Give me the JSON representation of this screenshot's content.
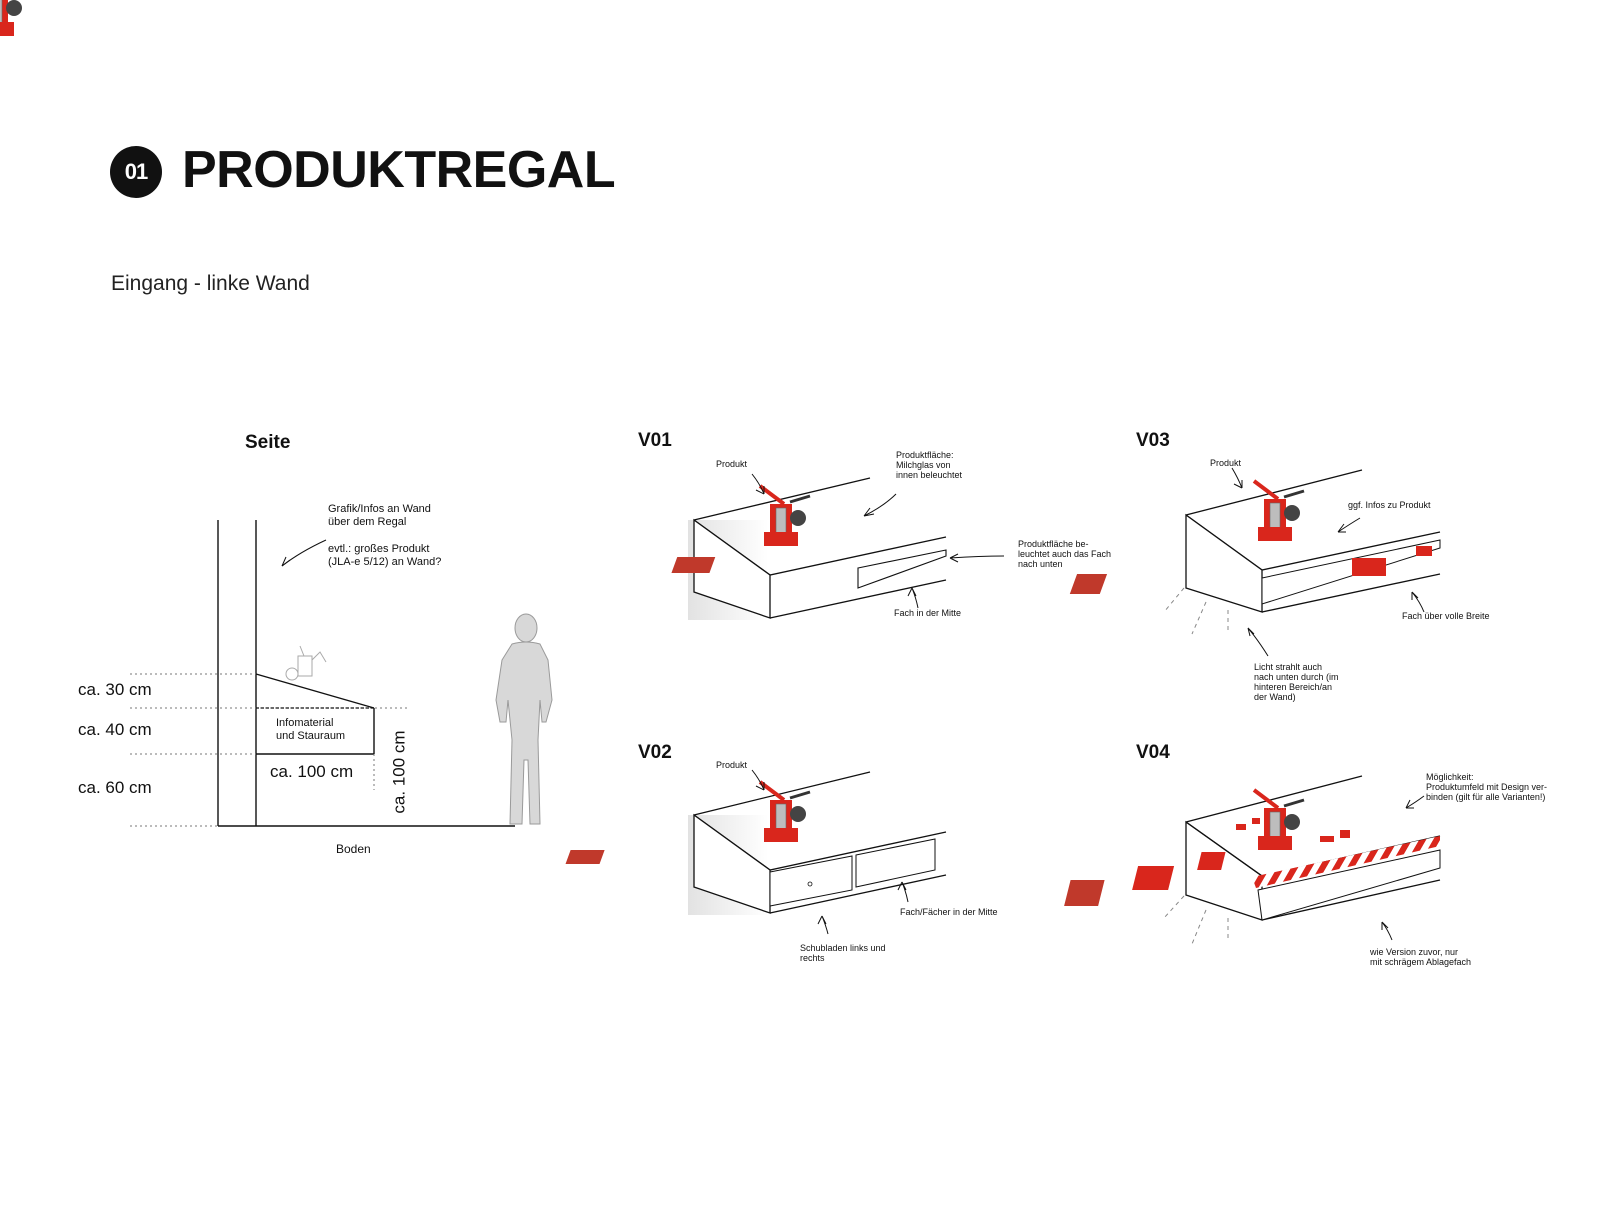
{
  "header": {
    "badge": "01",
    "title": "PRODUKTREGAL"
  },
  "subtitle": "Eingang - linke Wand",
  "side_view": {
    "label": "Seite",
    "note_wall": "Grafik/Infos an Wand\nüber dem Regal",
    "note_product": "evtl.: großes Produkt\n(JLA-e 5/12) an Wand?",
    "storage_label": "Infomaterial\nund Stauraum",
    "dim_top": "ca. 30 cm",
    "dim_mid": "ca. 40 cm",
    "dim_low": "ca. 60 cm",
    "dim_depth": "ca. 100 cm",
    "dim_height": "ca. 100 cm",
    "floor": "Boden"
  },
  "variants": [
    {
      "id": "V01",
      "notes": {
        "produkt": "Produkt",
        "flaeche": "Produktfläche:\nMilchglas von\ninnen beleuchtet",
        "fach_licht": "Produktfläche be-\nleuchtet auch das Fach\nnach unten",
        "fach": "Fach in der Mitte"
      }
    },
    {
      "id": "V02",
      "notes": {
        "produkt": "Produkt",
        "fach": "Fach/Fächer in der Mitte",
        "schubladen": "Schubladen links und\nrechts"
      }
    },
    {
      "id": "V03",
      "notes": {
        "produkt": "Produkt",
        "infos": "ggf. Infos zu Produkt",
        "fach": "Fach über volle Breite",
        "licht": "Licht strahlt auch\nnach unten durch (im\nhinteren Bereich/an\nder Wand)"
      }
    },
    {
      "id": "V04",
      "notes": {
        "moeglichkeit": "Möglichkeit:\nProduktumfeld mit Design ver-\nbinden (gilt für alle Varianten!)",
        "version": "wie Version zuvor, nur\nmit schrägem Ablagefach"
      }
    }
  ],
  "colors": {
    "accent": "#d9261c",
    "ink": "#111111",
    "grey": "#c8c8c8"
  }
}
